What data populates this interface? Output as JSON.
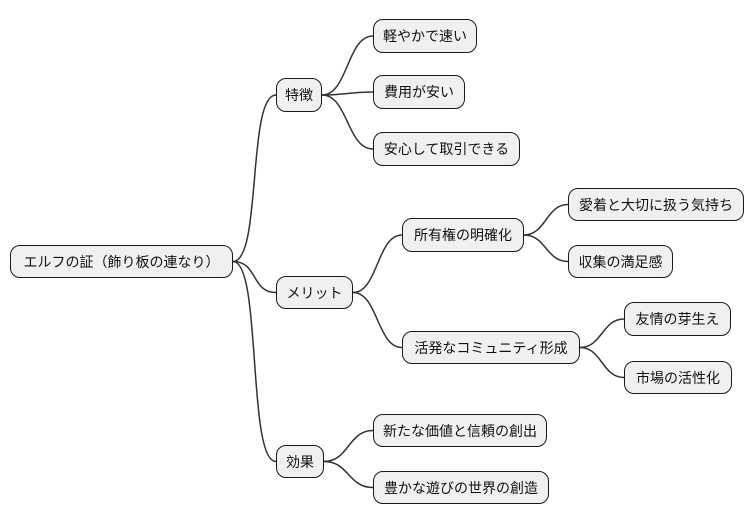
{
  "diagram": {
    "type": "mindmap",
    "root": {
      "label": "エルフの証（飾り板の連なり）"
    },
    "branches": [
      {
        "label": "特徴",
        "children": [
          {
            "label": "軽やかで速い"
          },
          {
            "label": "費用が安い"
          },
          {
            "label": "安心して取引できる"
          }
        ]
      },
      {
        "label": "メリット",
        "children": [
          {
            "label": "所有権の明確化",
            "children": [
              {
                "label": "愛着と大切に扱う気持ち"
              },
              {
                "label": "収集の満足感"
              }
            ]
          },
          {
            "label": "活発なコミュニティ形成",
            "children": [
              {
                "label": "友情の芽生え"
              },
              {
                "label": "市場の活性化"
              }
            ]
          }
        ]
      },
      {
        "label": "効果",
        "children": [
          {
            "label": "新たな価値と信頼の創出"
          },
          {
            "label": "豊かな遊びの世界の創造"
          }
        ]
      }
    ],
    "colors": {
      "background": "#ffffff",
      "node_fill": "#f0f0f0",
      "node_border": "#1a1a1a",
      "line": "#333333",
      "text": "#111111"
    }
  }
}
